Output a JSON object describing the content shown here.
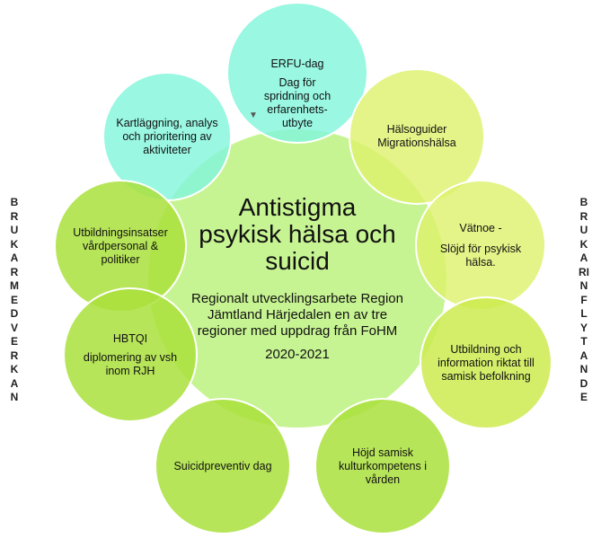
{
  "center": {
    "title": "Antistigma psykisk hälsa och suicid",
    "subtitle": "Regionalt utvecklingsarbete Region Jämtland Härjedalen en av tre regioner med uppdrag från FoHM",
    "years": "2020-2021"
  },
  "nodes": {
    "erfu_title": "ERFU-dag",
    "erfu_text": "Dag för spridning och erfarenhets-utbyte",
    "kartlaggning": "Kartläggning, analys och prioritering av aktiviteter",
    "halsoguider": "Hälsoguider Migrationshälsa",
    "utbildningsinsatser": "Utbildningsinsatser vårdpersonal & politiker",
    "vatnoe_title": "Vätnoe -",
    "vatnoe_text": "Slöjd för psykisk hälsa.",
    "hbtqi_title": "HBTQI",
    "hbtqi_text": "diplomering av vsh inom RJH",
    "utbildning_samisk": "Utbildning och information riktat till samisk befolkning",
    "suicidpreventiv": "Suicidpreventiv dag",
    "hojd_samisk": "Höjd samisk kulturkompetens i vården"
  },
  "side_left": "BRUKARMEDVERKAN",
  "side_right": "BRUKARINFLYTANDE"
}
